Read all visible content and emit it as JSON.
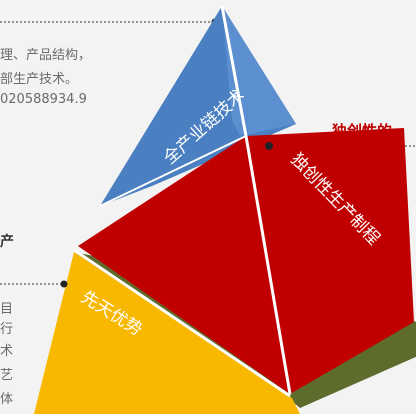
{
  "top_left_text": {
    "line1": "理、产品结构，",
    "line2": "部生产技术。",
    "line3": "020588934.9"
  },
  "right_title": "独创性的",
  "left_mid_title": "产",
  "left_bottom_text": [
    "目",
    "行",
    "术",
    "艺",
    "体"
  ],
  "pyramid_faces": {
    "blue_label": "全产业链技术",
    "red_label": "独创性生产制程",
    "yellow_label": "先天优势"
  },
  "colors": {
    "blue": "#4a7fc1",
    "red": "#c00000",
    "yellow": "#f8b800",
    "base_green": "#5d6b2c",
    "leader_line": "#333333"
  }
}
